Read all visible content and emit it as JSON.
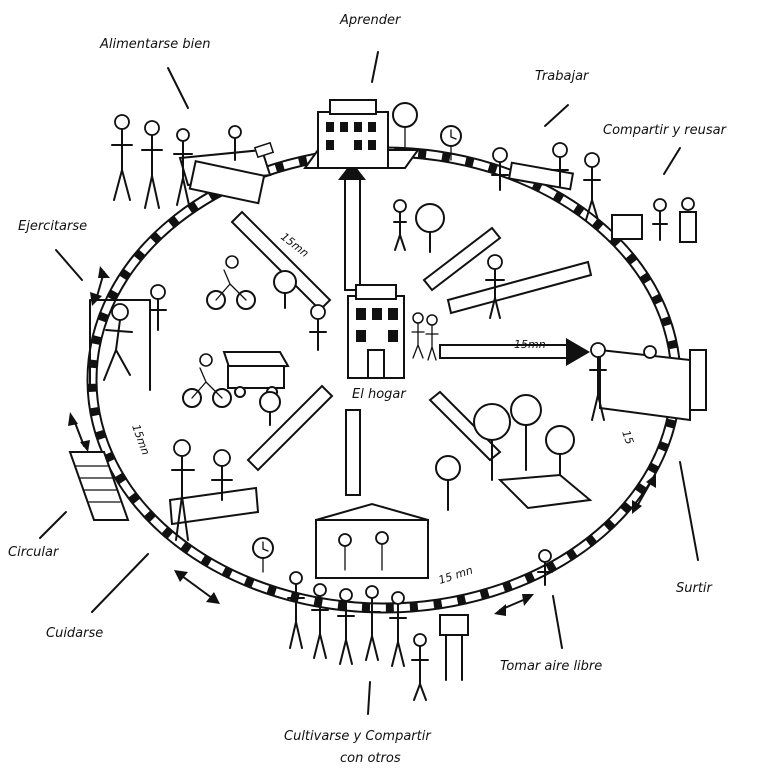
{
  "diagram": {
    "center_label": "El hogar",
    "activities": {
      "aprender": "Aprender",
      "alimentarse": "Alimentarse bien",
      "trabajar": "Trabajar",
      "compartir": "Compartir y reusar",
      "ejercitarse": "Ejercitarse",
      "circular": "Circular",
      "cuidarse": "Cuidarse",
      "cultivarse_line1": "Cultivarse y Compartir",
      "cultivarse_line2": "con otros",
      "aire_libre": "Tomar aire libre",
      "surtir": "Surtir"
    },
    "distance_labels": {
      "upper_left": "15mn",
      "left": "15mn",
      "bottom": "15 mn",
      "right_top": "15",
      "center_right": "15mn"
    },
    "icons": [
      "clock-icon",
      "person-icon",
      "tree-icon",
      "bicycle-icon",
      "double-arrow-icon",
      "building-icon"
    ]
  }
}
